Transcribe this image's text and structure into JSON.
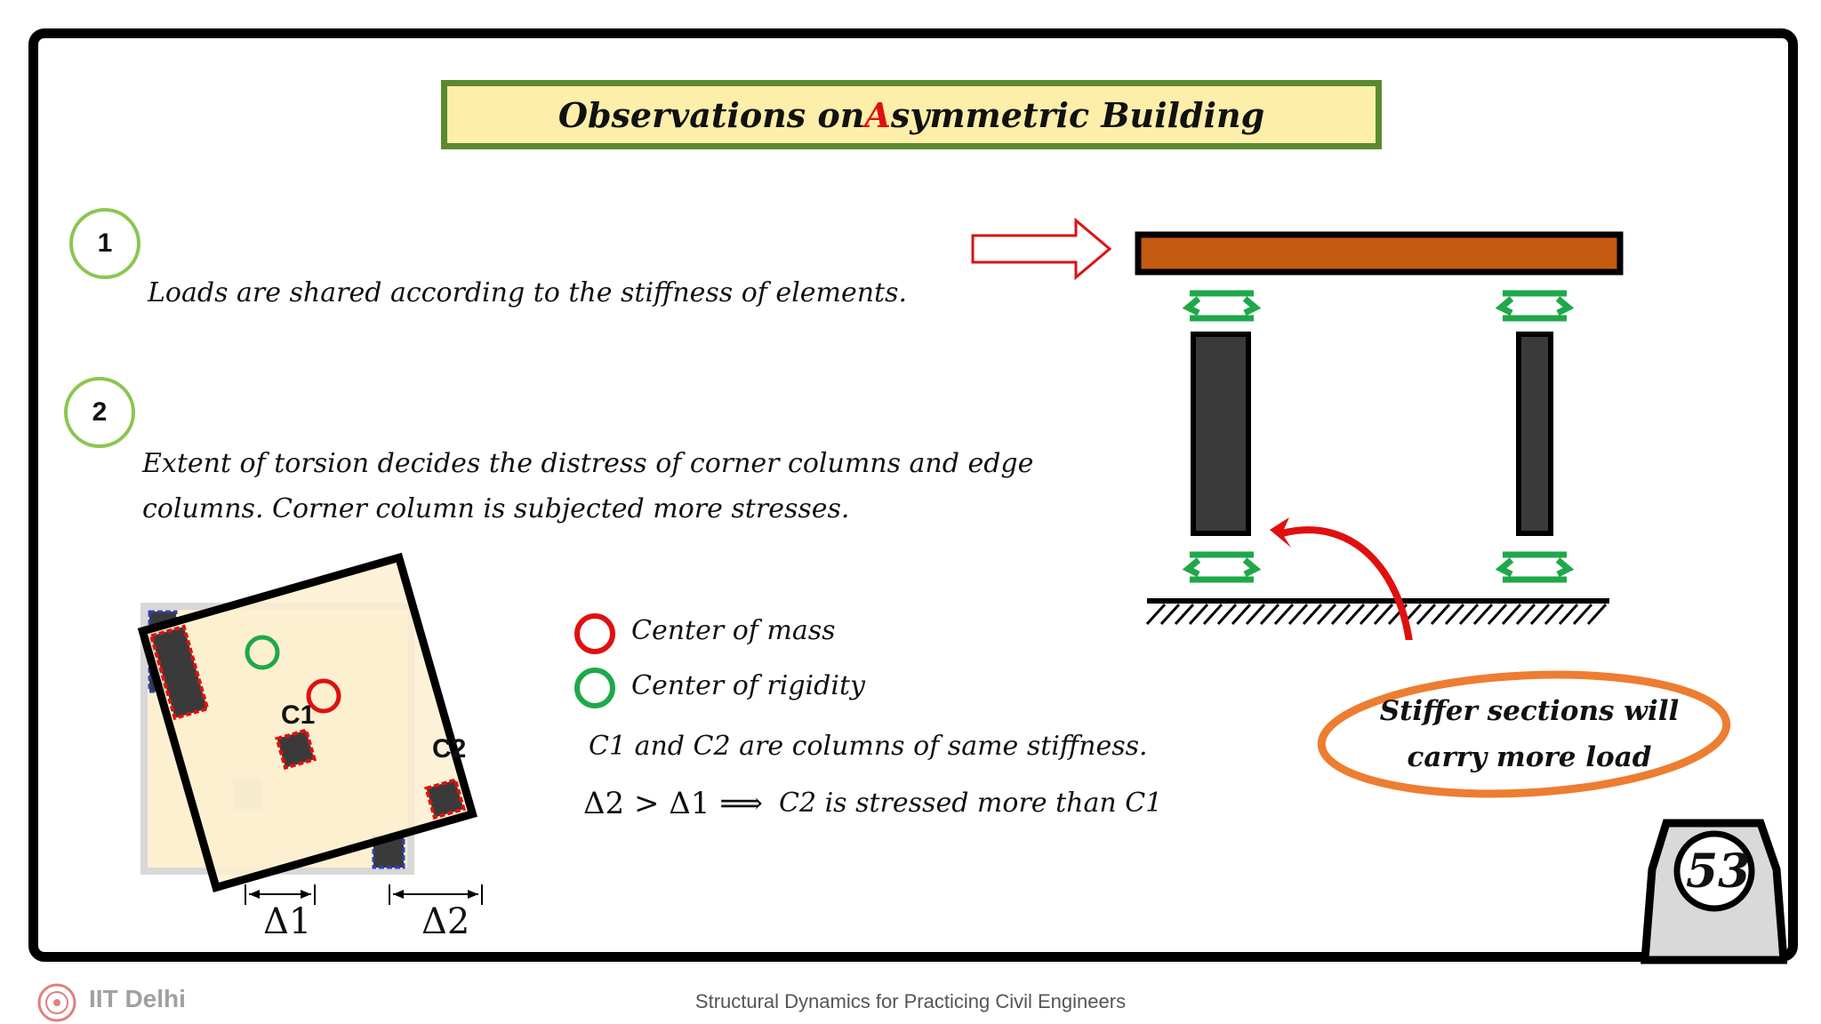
{
  "title": {
    "part1": "Observations on ",
    "accent": "A",
    "part2": "symmetric Building"
  },
  "obs1": {
    "number": "1",
    "text": "Loads are shared according to the stiffness of elements."
  },
  "obs2": {
    "number": "2",
    "line1": "Extent of torsion decides the distress of corner columns and edge",
    "line2": "columns. Corner column is subjected more stresses."
  },
  "plan": {
    "c1": "C1",
    "c2": "C2",
    "delta1": "Δ1",
    "delta2": "Δ2"
  },
  "legend": {
    "mass": "Center of mass",
    "rigidity": "Center of rigidity",
    "mass_color": "#e01010",
    "rigidity_color": "#1fa84a"
  },
  "statement": "C1 and C2 are columns of same stiffness.",
  "relation": {
    "lhs": "Δ2 > Δ1 ⟹",
    "rhs": "C2 is stressed more than C1"
  },
  "callout": {
    "line1": "Stiffer sections will",
    "line2": "carry more load"
  },
  "slide_number": "53",
  "footer": {
    "institution": "IIT Delhi",
    "course": "Structural Dynamics for Practicing Civil Engineers"
  },
  "colors": {
    "slab": "#c55a11",
    "column": "#3a3a3a",
    "arrow_green": "#1fa84a",
    "callout": "#ed7d31"
  }
}
